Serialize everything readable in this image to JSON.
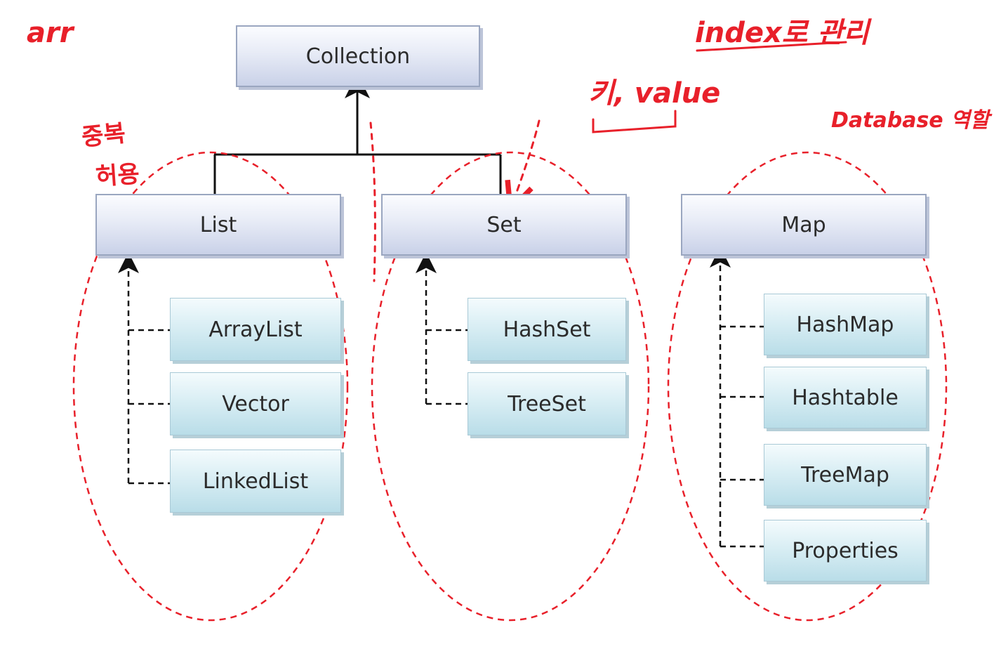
{
  "diagram": {
    "root": {
      "label": "Collection"
    },
    "interfaces": [
      {
        "id": "list",
        "label": "List"
      },
      {
        "id": "set",
        "label": "Set"
      },
      {
        "id": "map",
        "label": "Map"
      }
    ],
    "implementations": {
      "list": [
        "ArrayList",
        "Vector",
        "LinkedList"
      ],
      "set": [
        "HashSet",
        "TreeSet"
      ],
      "map": [
        "HashMap",
        "Hashtable",
        "TreeMap",
        "Properties"
      ]
    },
    "colors": {
      "interface_border": "#9aa6c0",
      "implementation_border": "#a9c9d6",
      "annotation": "#e8202a",
      "connector": "#111111"
    }
  },
  "annotations": {
    "arr": "arr",
    "duplicate": "중복",
    "allowed": "허용",
    "index_managed": "index로 관리",
    "key_value": "키, value",
    "database_role": "Database 역할"
  }
}
